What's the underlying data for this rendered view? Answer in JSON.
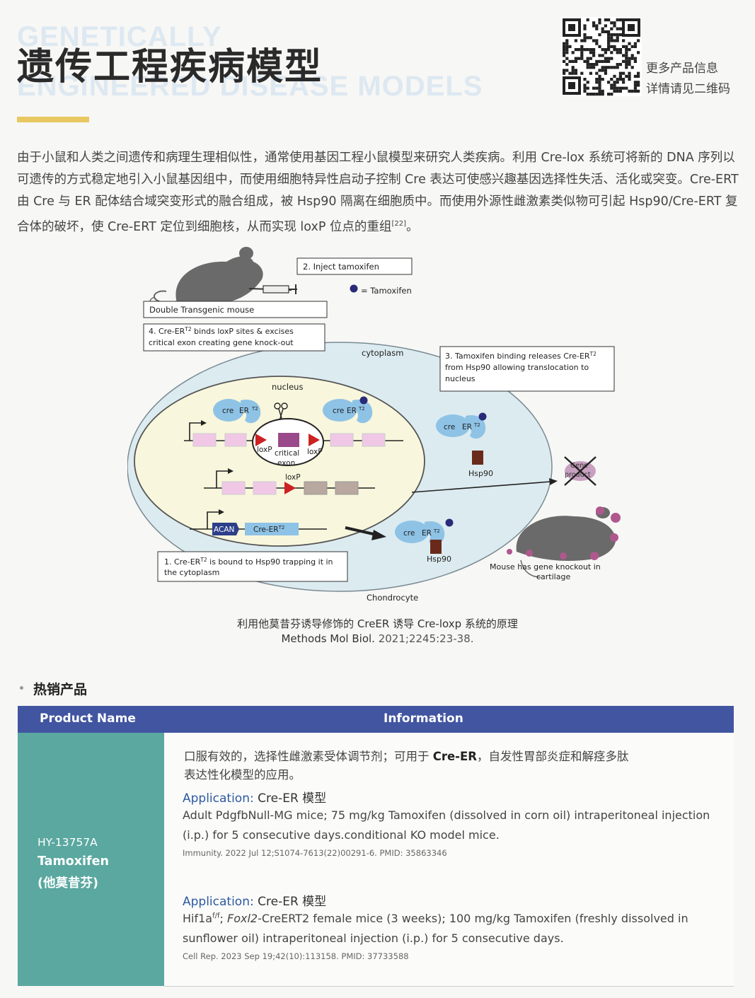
{
  "header": {
    "bg_title_1": "GENETICALLY",
    "bg_title_2": "ENGINEERED DISEASE  MODELS",
    "title": "遗传工程疾病模型",
    "qr_text_1": "更多产品信息",
    "qr_text_2": "详情请见二维码"
  },
  "intro": {
    "text": "由于小鼠和人类之间遗传和病理生理相似性，通常使用基因工程小鼠模型来研究人类疾病。利用 Cre-lox 系统可将新的 DNA 序列以可遗传的方式稳定地引入小鼠基因组中，而使用细胞特异性启动子控制 Cre 表达可使感兴趣基因选择性失活、活化或突变。Cre-ERT 由 Cre 与 ER 配体结合域突变形式的融合组成，被 Hsp90 隔离在细胞质中。而使用外源性雌激素类似物可引起 Hsp90/Cre-ERT 复合体的破坏，使 Cre-ERT 定位到细胞核，从而实现 loxP 位点的重组",
    "ref": "[22]",
    "end": "。"
  },
  "diagram": {
    "step2": "2. Inject tamoxifen",
    "tamoxifen_legend": "= Tamoxifen",
    "double_transgenic": "Double Transgenic mouse",
    "step4_line1": "4. Cre-ER",
    "step4_sup": "T2",
    "step4_line1b": " binds loxP sites & excises",
    "step4_line2": "critical exon creating gene knock-out",
    "cytoplasm": "cytoplasm",
    "step3_line1": "3. Tamoxifen binding releases Cre-ER",
    "step3_sup": "T2",
    "step3_line2": "from Hsp90 allowing translocation to",
    "step3_line3": "nucleus",
    "nucleus": "nucleus",
    "cre": "cre",
    "er": "ER",
    "t2": "T2",
    "loxp": "loxP",
    "critical": "critical",
    "exon": "exon",
    "hsp90": "Hsp90",
    "gene_product_1": "Gene",
    "gene_product_2": "product",
    "acan": "ACAN",
    "cre_er": "Cre-ER",
    "step1_line1": "1. Cre-ER",
    "step1_sup": "T2",
    "step1_line1b": " is bound to Hsp90 trapping it in",
    "step1_line2": "the cytoplasm",
    "mouse_ko_1": "Mouse has gene knockout in",
    "mouse_ko_2": "cartilage",
    "chondrocyte": "Chondrocyte"
  },
  "caption": {
    "line1": "利用他莫昔芬诱导修饰的 CreER 诱导 Cre-loxp 系统的原理",
    "journal": "Methods Mol Biol.",
    "citation": " 2021;2245:23-38."
  },
  "hot": {
    "title": "热销产品"
  },
  "table": {
    "col_product": "Product Name",
    "col_info": "Information",
    "catalog": "HY-13757A",
    "name": "Tamoxifen",
    "name_cn": "(他莫昔芬)",
    "desc_line1a": "口服有效的，选择性雌激素受体调节剂；可用于 ",
    "desc_bold": "Cre-ER",
    "desc_line1b": "，自发性胃部炎症和解痉多肽",
    "desc_line2": "表达性化模型的应用。",
    "app_label": "Application:",
    "app1_model": " Cre-ER 模型",
    "app1_line1": "Adult PdgfbNull-MG mice; 75 mg/kg Tamoxifen (dissolved in corn oil) intraperitoneal injection",
    "app1_line2": "(i.p.) for 5 consecutive days.conditional KO model mice.",
    "app1_journal": "Immunity.",
    "app1_ref": " 2022 Jul 12;S1074-7613(22)00291-6.  ",
    "app1_pmid": "PMID: 35863346",
    "app2_model": " Cre-ER 模型",
    "app2_gene": "Hif1a",
    "app2_sup": "f/f",
    "app2_sep": "; ",
    "app2_foxl2": "Foxl2",
    "app2_line1": "-CreERT2 female mice (3 weeks); 100 mg/kg Tamoxifen (freshly dissolved in",
    "app2_line2": "sunflower oil) intraperitoneal injection (i.p.) for 5 consecutive days.",
    "app2_journal": "Cell Rep.",
    "app2_ref": " 2023 Sep 19;42(10):113158.  ",
    "app2_pmid": "PMID: 37733588"
  },
  "colors": {
    "accent_yellow": "#e8c860",
    "header_blue": "#4255a1",
    "product_teal": "#5aa8a0",
    "cre_blue": "#8ec3e6",
    "tamoxifen_navy": "#2a2a7a",
    "loxp_red": "#cc2222"
  }
}
